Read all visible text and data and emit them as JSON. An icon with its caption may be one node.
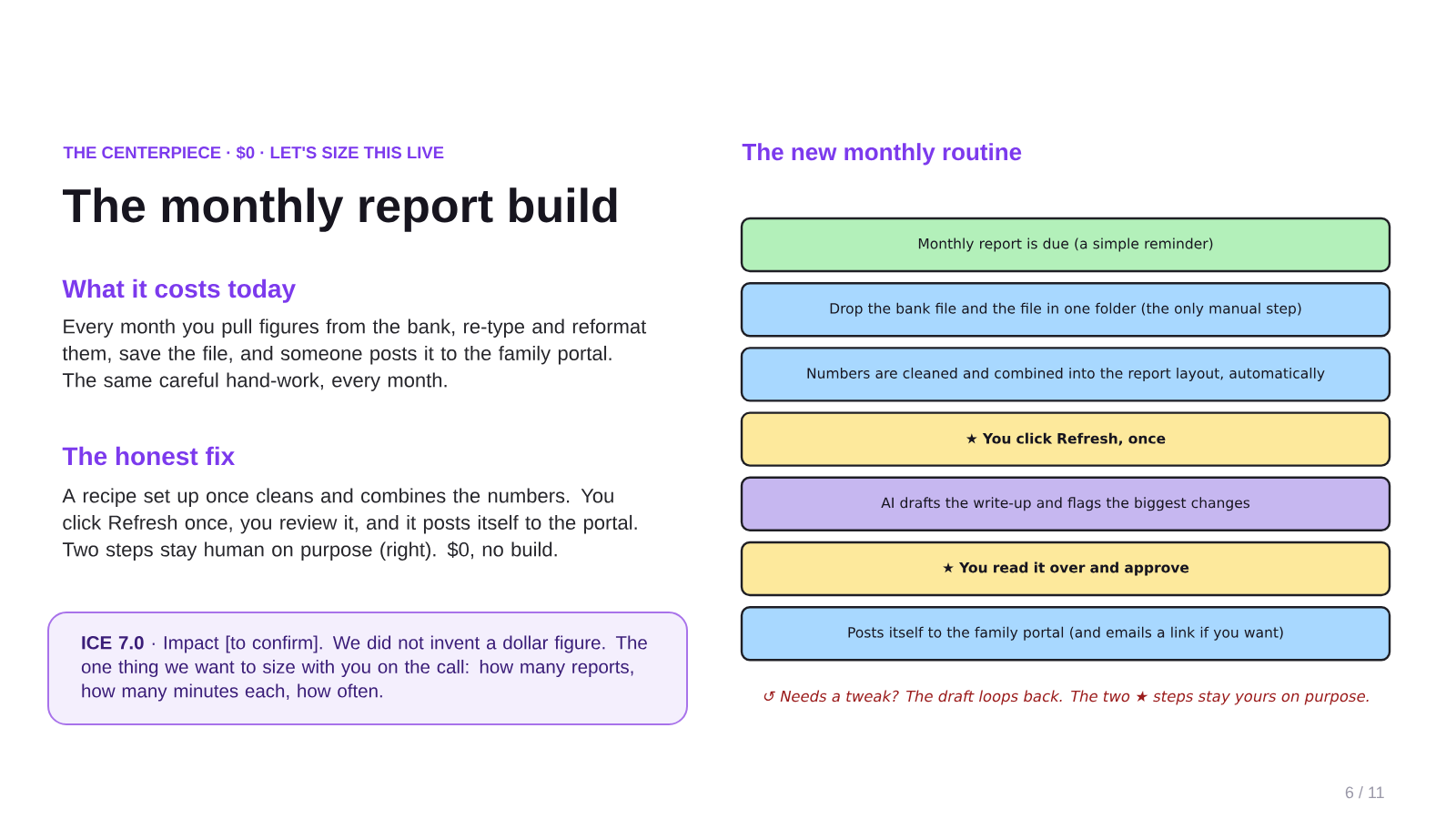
{
  "diagram": {
    "title": "The monthly report build",
    "nodes": [
      {
        "text": [
          "**ICE 7.0** · Impact [to confirm]. We did not invent a dollar figure. The one thing we want to size with you on the call: how many reports, how many minutes each, how often."
        ]
      },
      {
        "text": [
          "Monthly report is due (a simple reminder)"
        ]
      },
      {
        "text": [
          "Drop the bank file and the file in one folder (the only manual step)"
        ]
      },
      {
        "text": [
          "Numbers are cleaned and combined into the report layout, automatically"
        ]
      },
      {
        "text": [
          "★ You click Refresh, once"
        ]
      },
      {
        "text": [
          "AI drafts the write-up and flags the biggest changes"
        ]
      },
      {
        "text": [
          "★ You read it over and approve"
        ]
      },
      {
        "text": [
          "Posts itself to the family portal (and emails a link if you want)"
        ]
      }
    ],
    "labels": [
      "THE CENTERPIECE · $0 · LET'S SIZE THIS LIVE",
      "What it costs today",
      "Every month you pull figures from the bank, re-type and reformat them, save the file, and someone posts it to the family portal. The same careful hand-work, every month.",
      "The honest fix",
      "A recipe set up once cleans and combines the numbers. You click Refresh once, you review it, and it posts itself to the portal. Two steps stay human on purpose (right). $0, no build.",
      "The new monthly routine",
      "↺ Needs a tweak? The draft loops back. The two ★ steps stay yours on purpose.",
      "6 / 11"
    ]
  }
}
